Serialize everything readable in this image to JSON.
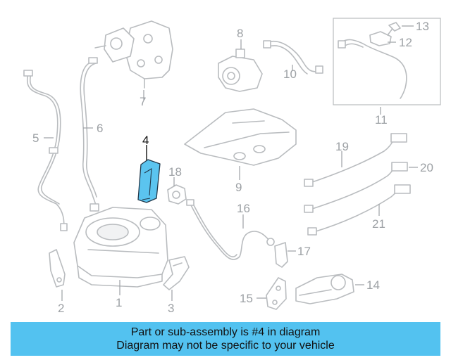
{
  "callouts": {
    "c1": "1",
    "c2": "2",
    "c3": "3",
    "c4": "4",
    "c5": "5",
    "c6": "6",
    "c7": "7",
    "c8": "8",
    "c9": "9",
    "c10": "10",
    "c11": "11",
    "c12": "12",
    "c13": "13",
    "c14": "14",
    "c15": "15",
    "c16": "16",
    "c17": "17",
    "c18": "18",
    "c19": "19",
    "c20": "20",
    "c21": "21"
  },
  "highlighted_part": "4",
  "banner": {
    "line1": "Part or sub-assembly is #4 in diagram",
    "line2": "Diagram may not be specific to your vehicle"
  },
  "colors": {
    "highlight": "#5bc4ef",
    "banner": "#53c2f0",
    "part_outline": "#b9bcbf",
    "callout_text": "#9da1a5"
  }
}
